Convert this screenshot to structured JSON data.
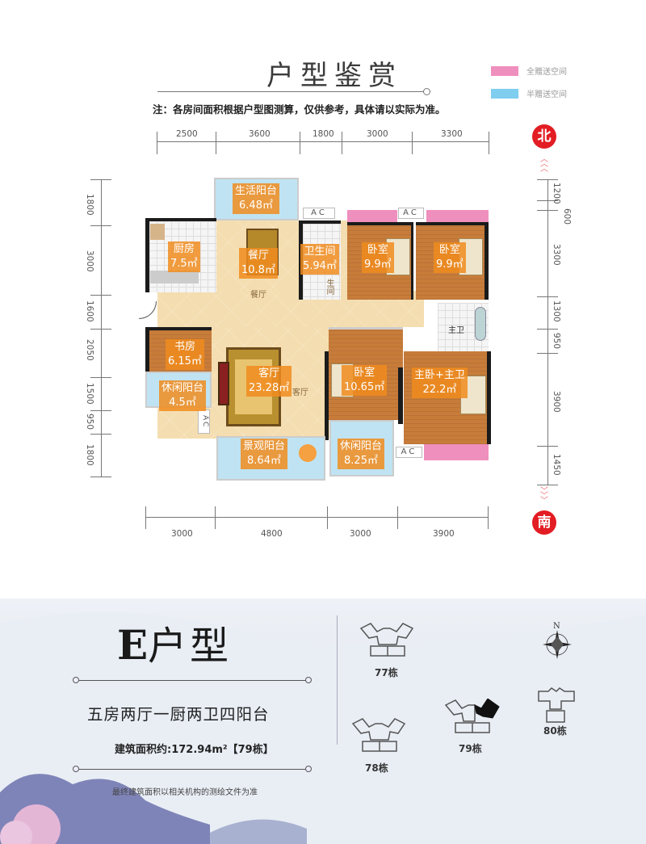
{
  "header": {
    "title": "户型鉴赏",
    "note": "注：各房间面积根据户型图测算，仅供参考，具体请以实际为准。",
    "legend": [
      {
        "label": "全赠送空间",
        "color": "#ef8fbe"
      },
      {
        "label": "半赠送空间",
        "color": "#7fcdef"
      }
    ]
  },
  "compass": {
    "north": "北",
    "south": "南"
  },
  "dimensions": {
    "top": [
      "2500",
      "3600",
      "1800",
      "3000",
      "3300"
    ],
    "bottom": [
      "3000",
      "4800",
      "3000",
      "3900"
    ],
    "left": [
      "1800",
      "3000",
      "1600",
      "2050",
      "1500",
      "950",
      "1800"
    ],
    "right": [
      "1200",
      "600",
      "3300",
      "1300",
      "950",
      "3900",
      "1450"
    ]
  },
  "rooms": [
    {
      "name": "生活阳台",
      "area": "6.48㎡"
    },
    {
      "name": "厨房",
      "area": "7.5㎡"
    },
    {
      "name": "餐厅",
      "area": "10.8㎡"
    },
    {
      "name": "卫生间",
      "area": "5.94㎡"
    },
    {
      "name": "卧室",
      "area": "9.9㎡"
    },
    {
      "name": "卧室",
      "area": "9.9㎡"
    },
    {
      "name": "书房",
      "area": "6.15㎡"
    },
    {
      "name": "休闲阳台",
      "area": "4.5㎡"
    },
    {
      "name": "客厅",
      "area": "23.28㎡"
    },
    {
      "name": "卧室",
      "area": "10.65㎡"
    },
    {
      "name": "主卧+主卫",
      "area": "22.2㎡"
    },
    {
      "name": "景观阳台",
      "area": "8.64㎡"
    },
    {
      "name": "休闲阳台",
      "area": "8.25㎡"
    }
  ],
  "plan_labels": {
    "ac": "AC",
    "dining_faint": "餐厅",
    "living_faint": "客厅",
    "bath_faint": "生间",
    "master_bath": "主卫"
  },
  "unit": {
    "type_letter": "E",
    "type_suffix": "户型",
    "layout": "五房两厅一厨两卫四阳台",
    "area_label": "建筑面积约:172.94m²【79栋】",
    "footnote": "最终建筑面积以相关机构的测绘文件为准"
  },
  "site_map": {
    "compass_n": "N",
    "buildings": [
      {
        "label": "77栋",
        "highlight": false
      },
      {
        "label": "78栋",
        "highlight": false
      },
      {
        "label": "79栋",
        "highlight": true
      },
      {
        "label": "80栋",
        "highlight": false
      }
    ]
  }
}
